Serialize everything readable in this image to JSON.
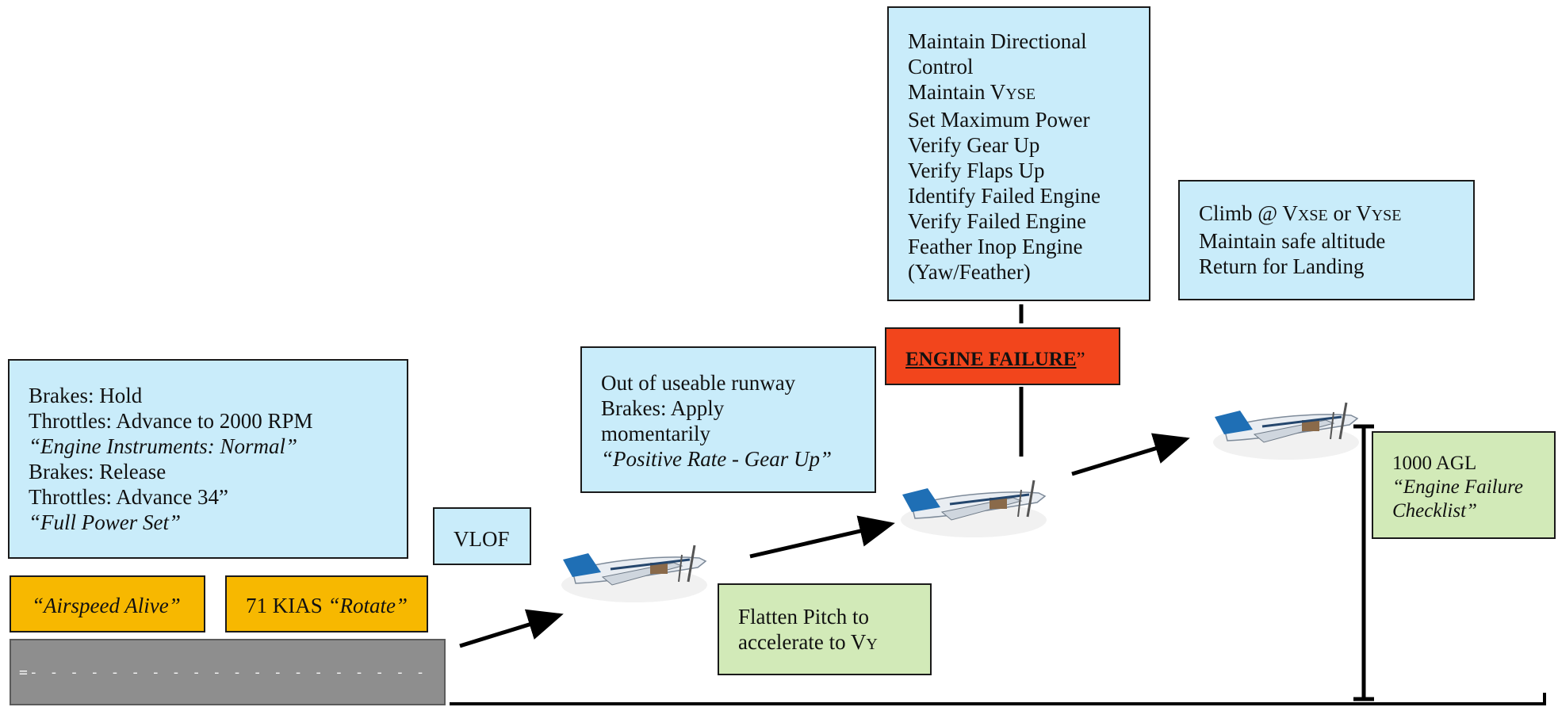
{
  "preflight": {
    "line1": "Brakes: Hold",
    "line2": "Throttles: Advance to 2000 RPM",
    "line3": "“Engine Instruments: Normal”",
    "line4": "Brakes: Release",
    "line5": "Throttles: Advance 34”",
    "line6": "“Full Power Set”"
  },
  "airspeed_alive": "“Airspeed Alive”",
  "rotate": {
    "speed": "71 KIAS",
    "call": "“Rotate”"
  },
  "vlof": "VLOF",
  "runway_marking": "=- - - - - - - - - - - - - - - - - - - - - - - - - - - =",
  "flatten": {
    "line1": "Flatten Pitch to",
    "line2": "accelerate to V",
    "sub": "Y"
  },
  "out_of_runway": {
    "line1": "Out of useable runway",
    "line2": "Brakes: Apply",
    "line3": "momentarily",
    "line4": "“Positive Rate - Gear Up”"
  },
  "engine_failure": {
    "label": "ENGINE FAILURE",
    "tail": "”"
  },
  "failure_actions": {
    "l1": "Maintain Directional",
    "l2": "Control",
    "l3": "Maintain V",
    "l3_sub": "YSE",
    "l4": "Set Maximum Power",
    "l5": "Verify Gear Up",
    "l6": "Verify Flaps Up",
    "l7": "Identify Failed Engine",
    "l8": "Verify Failed Engine",
    "l9": "Feather Inop Engine",
    "l10": "(Yaw/Feather)"
  },
  "climb": {
    "l1a": "Climb @ V",
    "l1_sub1": "XSE",
    "l1b": " or V",
    "l1_sub2": "YSE",
    "l2": "Maintain safe altitude",
    "l3": "Return for Landing"
  },
  "altitude": {
    "l1": "1000 AGL",
    "l2": "“Engine Failure",
    "l3": "Checklist”"
  },
  "colors": {
    "blue_box": "#c9ecfa",
    "green_box": "#d2eab8",
    "yellow_box": "#f7b800",
    "red_box": "#f2451c",
    "runway": "#8e8e8e",
    "plane_tail": "#1f6fb5"
  },
  "icons": {
    "aircraft": "twin-engine-airplane-icon",
    "arrow": "arrow-right-icon"
  }
}
